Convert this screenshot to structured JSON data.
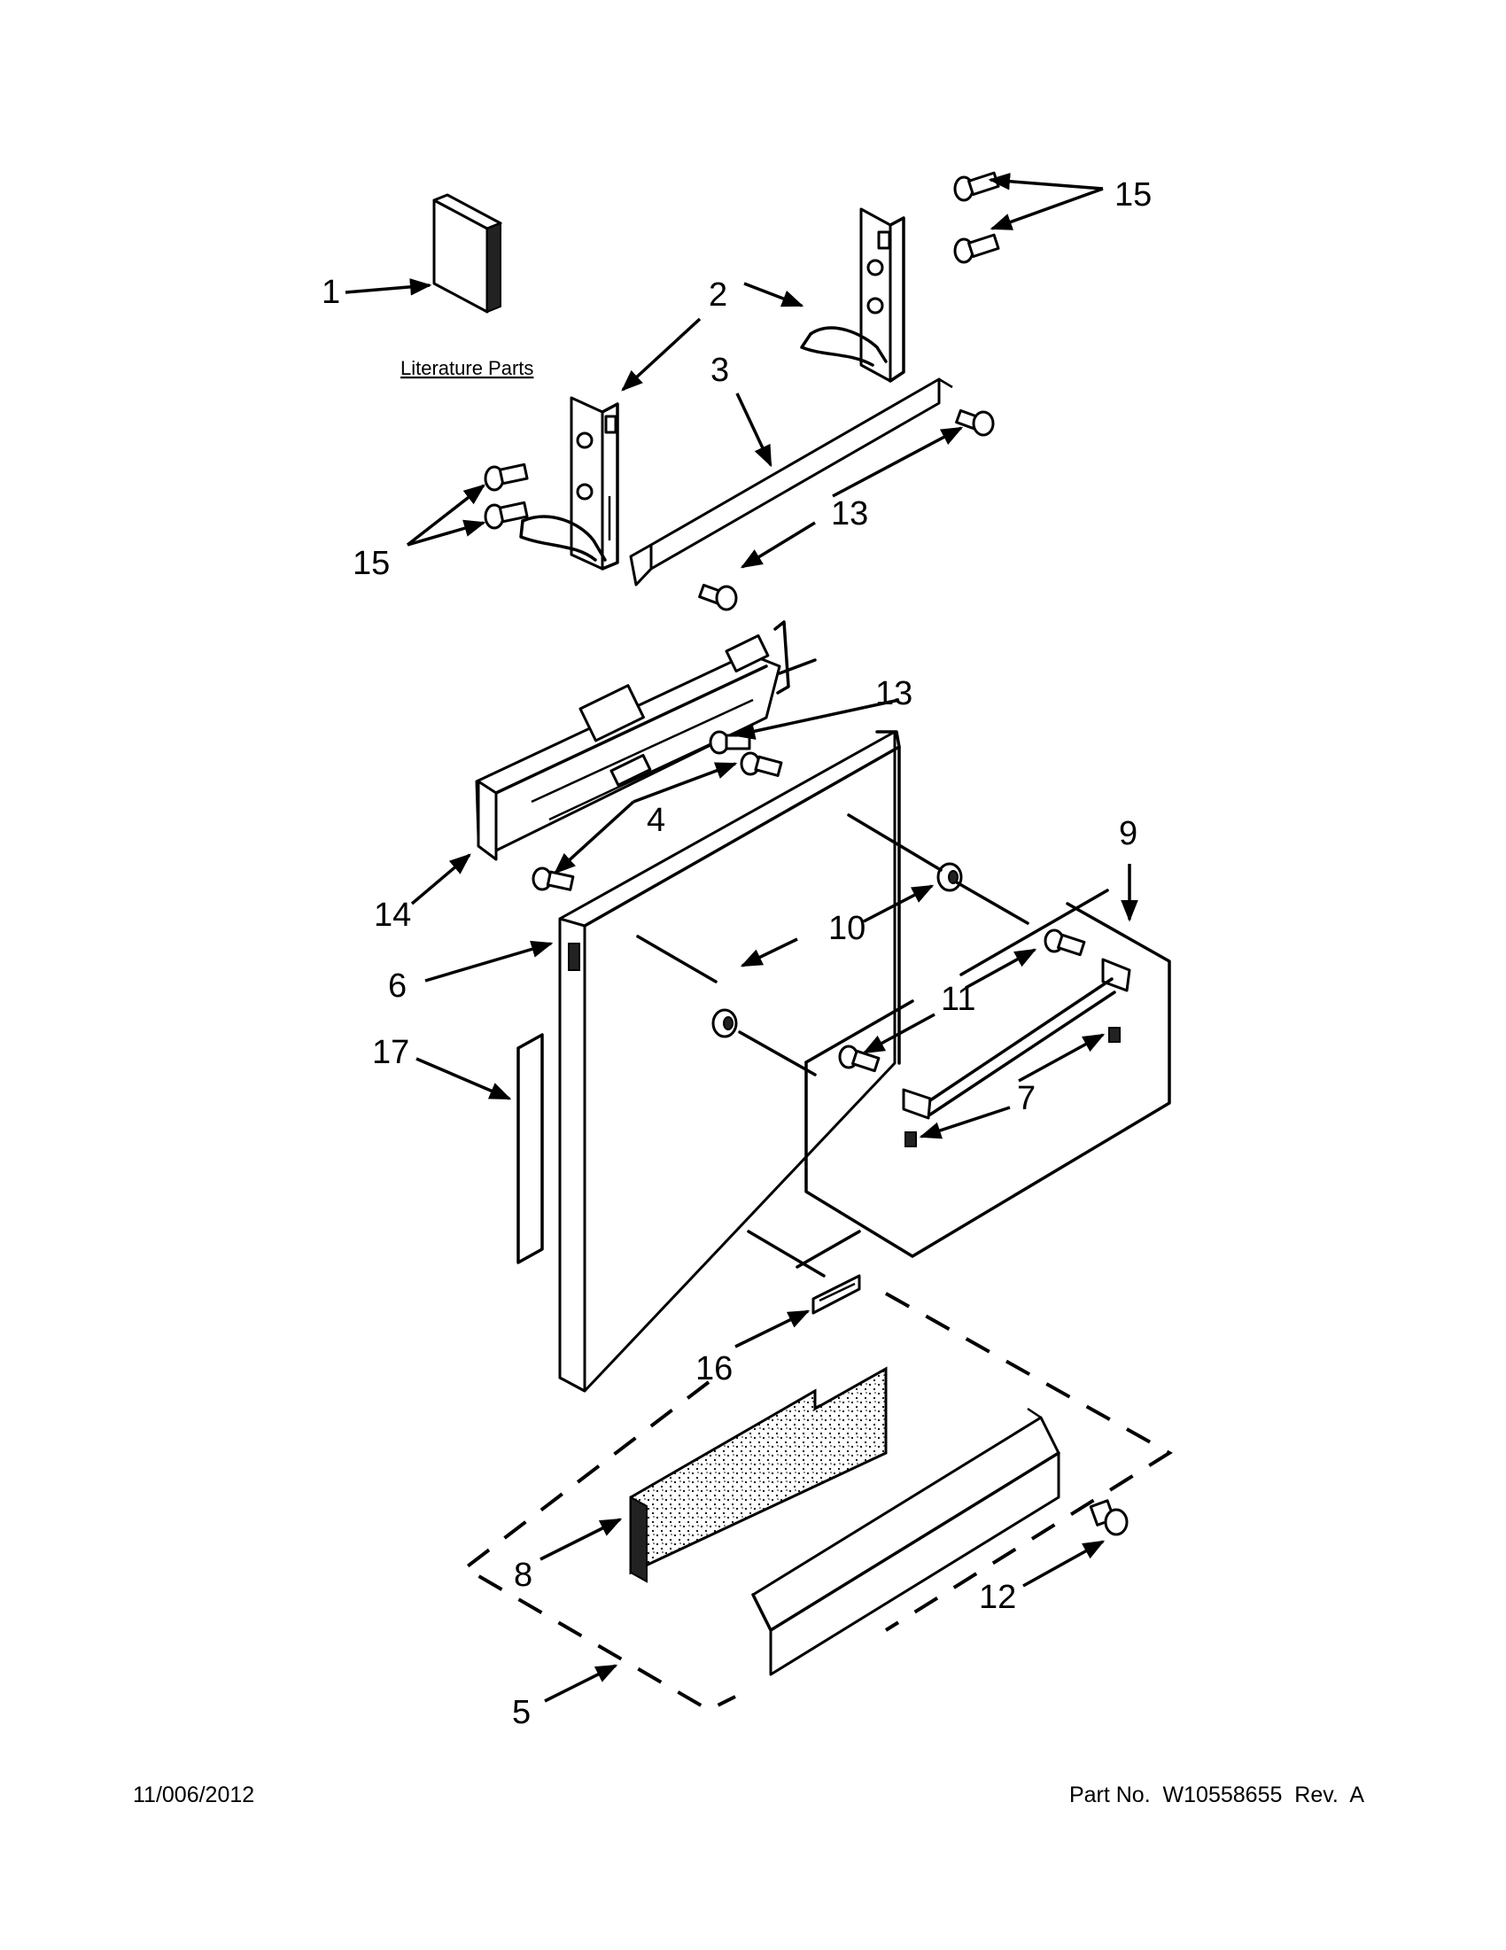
{
  "diagram": {
    "literature_label": "Literature Parts",
    "callouts": {
      "c1": "1",
      "c2": "2",
      "c3": "3",
      "c4": "4",
      "c5": "5",
      "c6": "6",
      "c7": "7",
      "c8": "8",
      "c9": "9",
      "c10": "10",
      "c11": "11",
      "c12": "12",
      "c13a": "13",
      "c13b": "13",
      "c14": "14",
      "c15a": "15",
      "c15b": "15",
      "c16": "16",
      "c17": "17"
    }
  },
  "footer": {
    "date": "11/006/2012",
    "part_no": "Part No.  W10558655  Rev.  A"
  }
}
